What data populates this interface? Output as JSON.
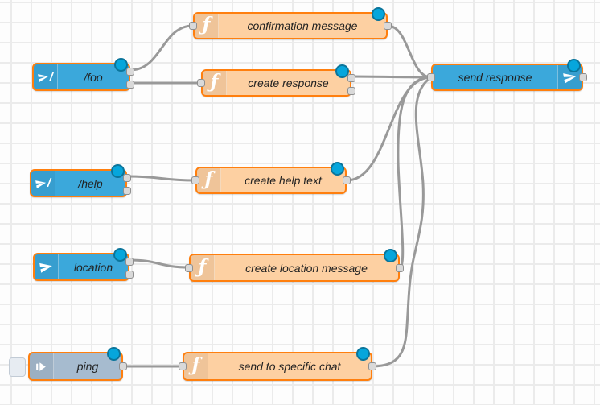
{
  "app": {
    "name": "Node-RED flow editor workspace"
  },
  "colors": {
    "telegram_node": "#3ba8db",
    "function_node": "#fdd0a2",
    "inject_node": "#a6bbcf",
    "selected_border": "#ff7f0e",
    "wire": "#999999",
    "changed_badge": "#06a6dc",
    "grid_line": "#ebebeb"
  },
  "glyphs": {
    "function": "ƒ",
    "command_slash": "/"
  },
  "nodes": [
    {
      "id": "foo",
      "label": "/foo",
      "type": "telegram command",
      "outputs": 2,
      "status": "changed"
    },
    {
      "id": "confirmation-message",
      "label": "confirmation message",
      "type": "function",
      "outputs": 1,
      "status": "changed"
    },
    {
      "id": "create-response",
      "label": "create response",
      "type": "function",
      "outputs": 2,
      "status": "changed"
    },
    {
      "id": "send-response",
      "label": "send response",
      "type": "telegram sender",
      "outputs": 1,
      "status": "changed"
    },
    {
      "id": "help",
      "label": "/help",
      "type": "telegram command",
      "outputs": 2,
      "status": "changed"
    },
    {
      "id": "create-help-text",
      "label": "create help text",
      "type": "function",
      "outputs": 1,
      "status": "changed"
    },
    {
      "id": "location",
      "label": "location",
      "type": "telegram receiver",
      "outputs": 2,
      "status": "changed"
    },
    {
      "id": "create-location-message",
      "label": "create location message",
      "type": "function",
      "outputs": 1,
      "status": "changed"
    },
    {
      "id": "ping",
      "label": "ping",
      "type": "inject",
      "outputs": 1,
      "status": "changed"
    },
    {
      "id": "send-to-specific-chat",
      "label": "send to specific chat",
      "type": "function",
      "outputs": 1,
      "status": "changed"
    }
  ],
  "wires": [
    {
      "from": "foo:out1",
      "to": "confirmation-message:in"
    },
    {
      "from": "foo:out2",
      "to": "create-response:in"
    },
    {
      "from": "confirmation-message:out",
      "to": "send-response:in"
    },
    {
      "from": "create-response:out1",
      "to": "send-response:in"
    },
    {
      "from": "help:out1",
      "to": "create-help-text:in"
    },
    {
      "from": "create-help-text:out",
      "to": "send-response:in"
    },
    {
      "from": "location:out1",
      "to": "create-location-message:in"
    },
    {
      "from": "create-location-message:out",
      "to": "send-response:in"
    },
    {
      "from": "ping:out",
      "to": "send-to-specific-chat:in"
    },
    {
      "from": "send-to-specific-chat:out",
      "to": "send-response:in"
    }
  ]
}
